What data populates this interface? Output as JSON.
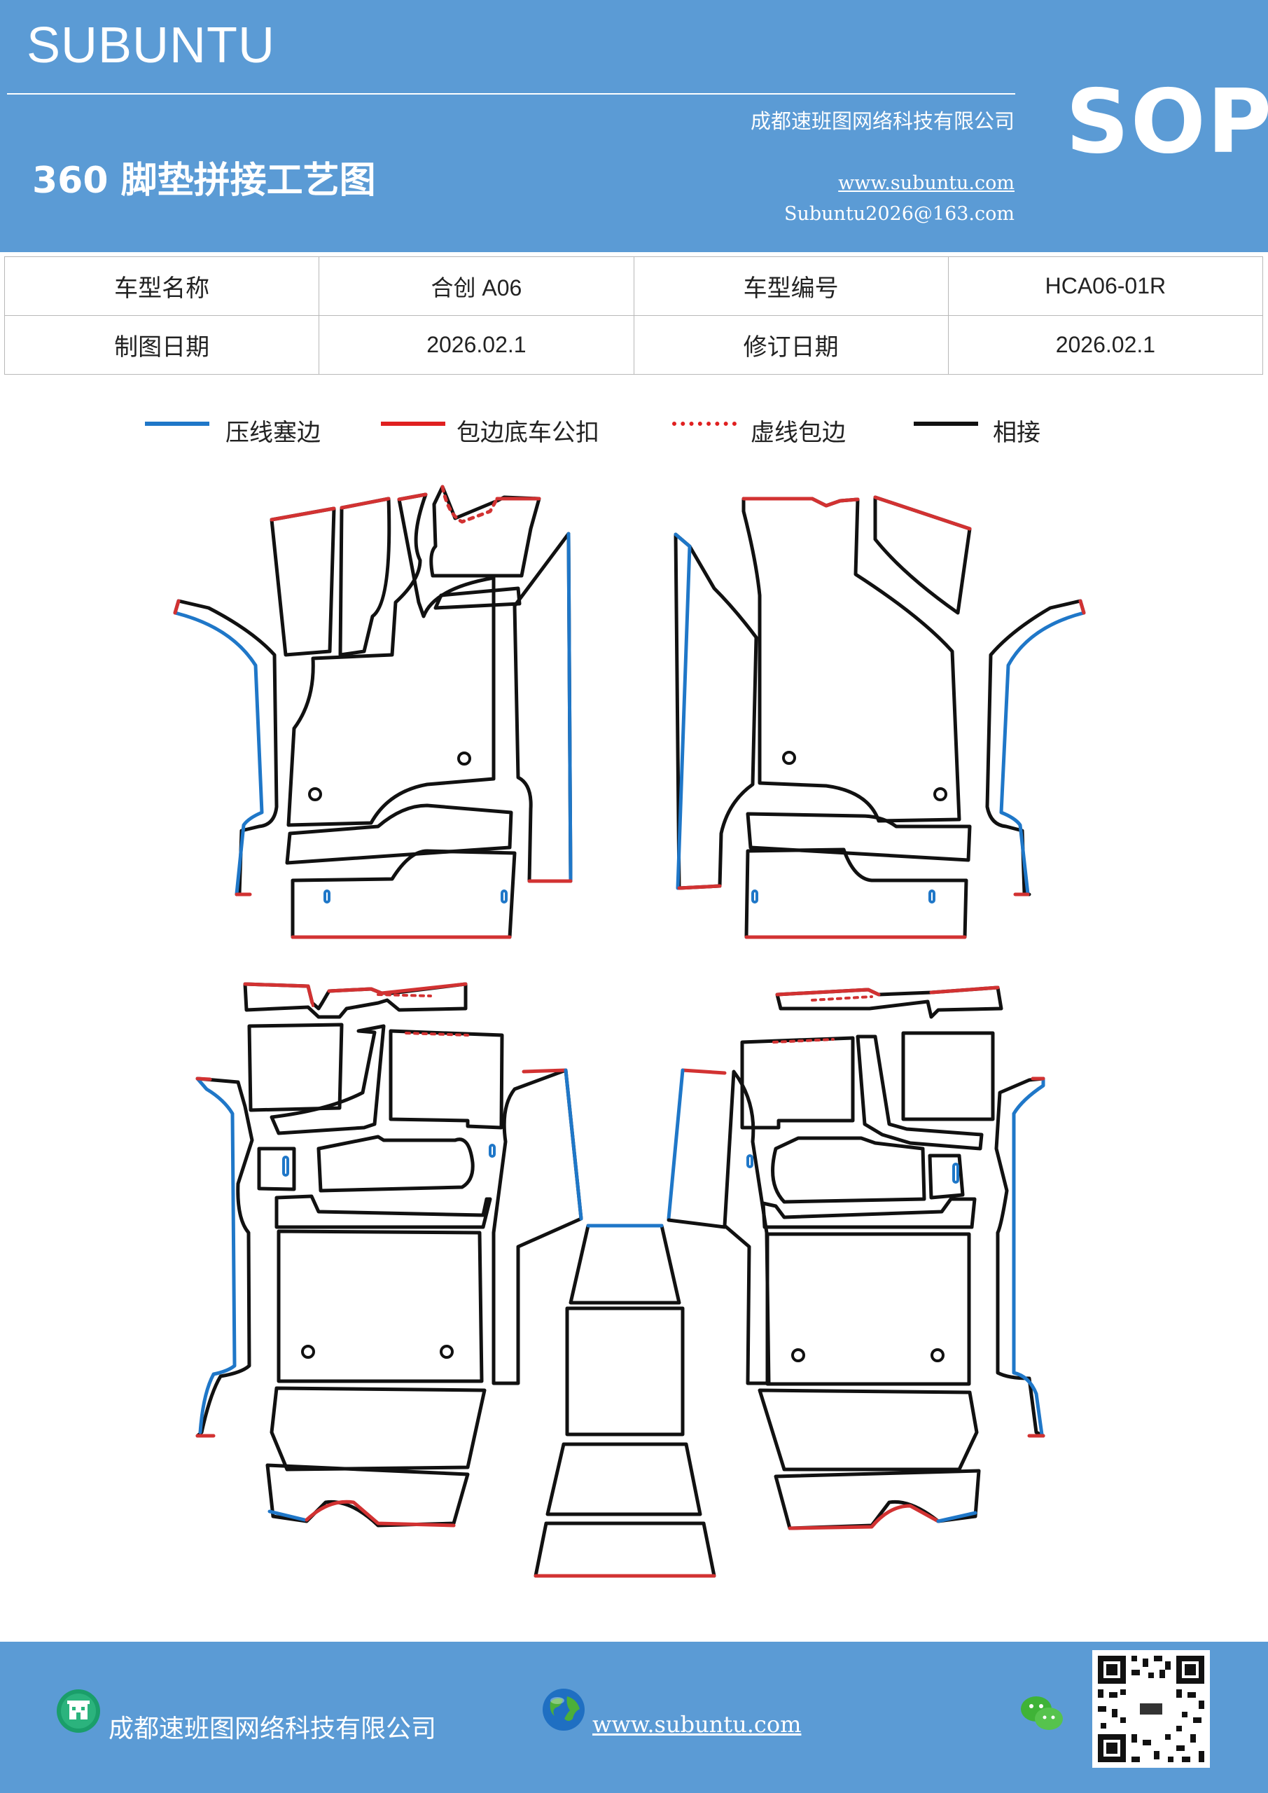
{
  "header": {
    "brand": "SUBUNTU",
    "company": "成都速班图网络科技有限公司",
    "title": "360 脚垫拼接工艺图",
    "website": "www.subuntu.com",
    "email": "Subuntu2026@163.com",
    "badge": "SOP"
  },
  "info_table": {
    "rows": [
      {
        "label1": "车型名称",
        "value1": "合创 A06",
        "label2": "车型编号",
        "value2": "HCA06-01R"
      },
      {
        "label1": "制图日期",
        "value1": "2026.02.1",
        "label2": "修订日期",
        "value2": "2026.02.1"
      }
    ]
  },
  "legend": [
    {
      "label": "压线塞边",
      "color": "#1f77c8",
      "style": "solid"
    },
    {
      "label": "包边底车公扣",
      "color": "#e02020",
      "style": "solid"
    },
    {
      "label": "虚线包边",
      "color": "#e02020",
      "style": "dotted"
    },
    {
      "label": "相接",
      "color": "#111111",
      "style": "solid"
    }
  ],
  "colors": {
    "header_bg": "#5b9bd5",
    "seam_blue": "#1f77c8",
    "seam_red": "#d23232",
    "outline": "#111111"
  },
  "footer": {
    "company": "成都速班图网络科技有限公司",
    "website": "www.subuntu.com",
    "icons": [
      "building-icon",
      "globe-icon",
      "wechat-icon",
      "qr-code"
    ]
  }
}
